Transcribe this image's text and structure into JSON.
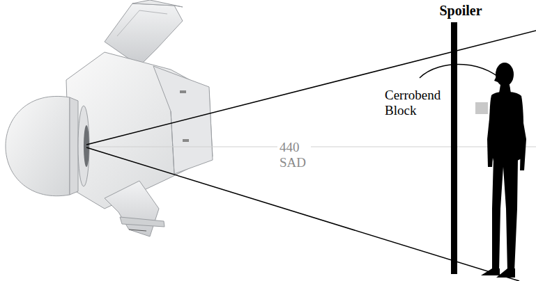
{
  "diagram": {
    "labels": [
      "Spoiler",
      "Cerrobend Block",
      "440 SAD"
    ]
  }
}
